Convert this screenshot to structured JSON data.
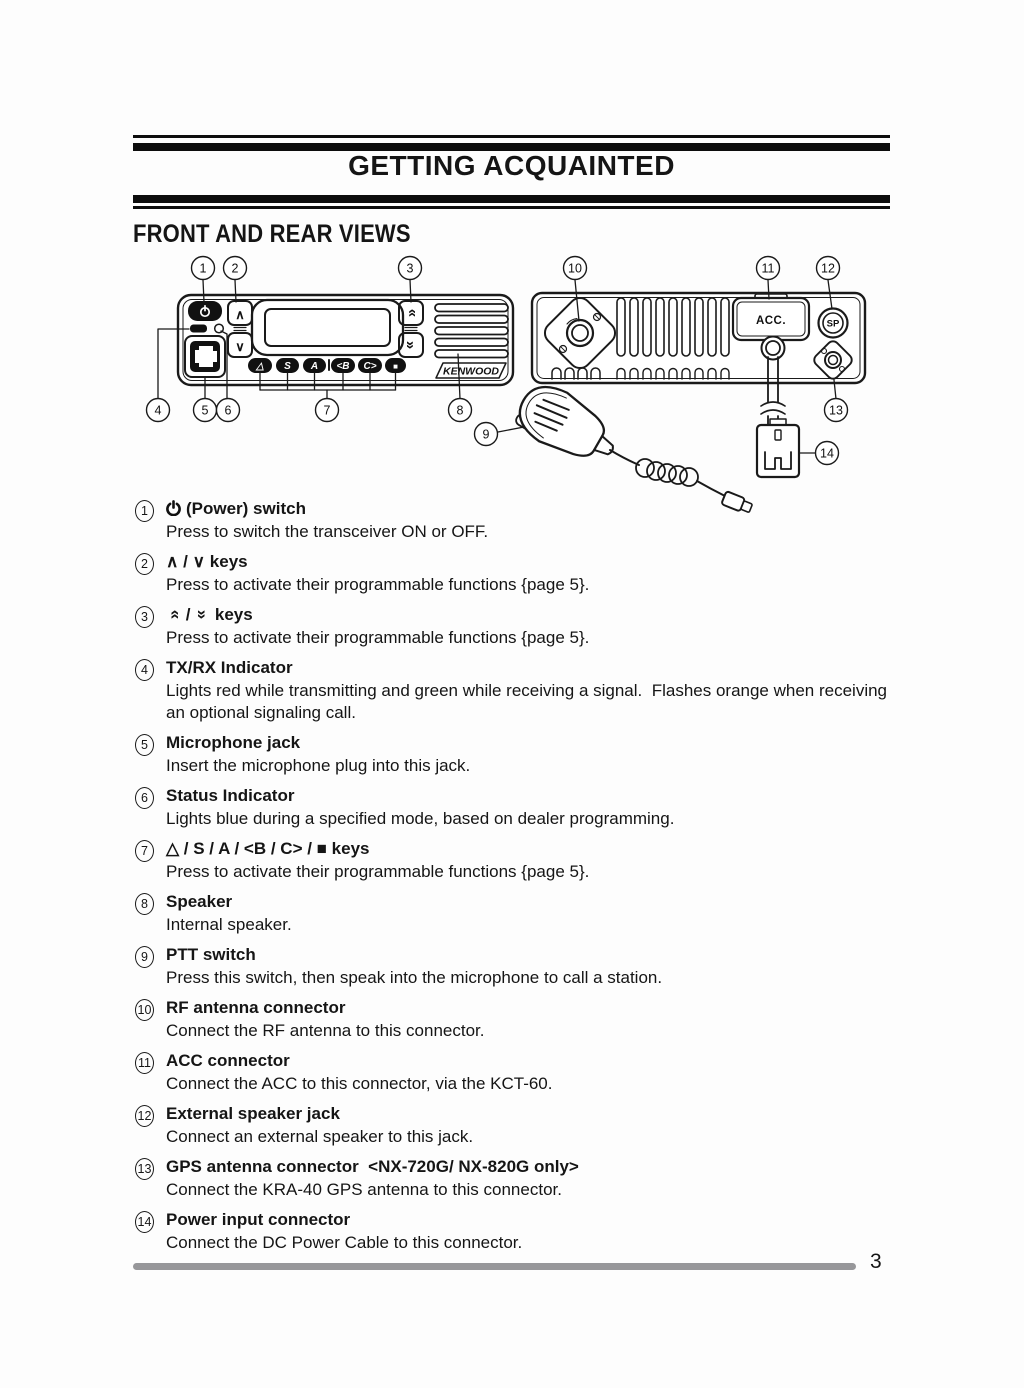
{
  "header": {
    "title": "GETTING ACQUAINTED",
    "section": "FRONT AND REAR VIEWS"
  },
  "page": {
    "number": "3"
  },
  "diagram": {
    "callouts": [
      "1",
      "2",
      "3",
      "4",
      "5",
      "6",
      "7",
      "8",
      "9",
      "10",
      "11",
      "12",
      "13",
      "14"
    ],
    "front_keys": [
      "△",
      "S",
      "A",
      "<B",
      "C>",
      "■"
    ],
    "chevron_up": "∧",
    "chevron_down": "∨",
    "chevron_double": "»",
    "acc_label": "ACC.",
    "sp_label": "SP",
    "brand": "KENWOOD"
  },
  "items": [
    {
      "num": "1",
      "icon": "power-icon",
      "title": "(Power) switch",
      "desc": "Press to switch the transceiver ON or OFF."
    },
    {
      "num": "2",
      "title": "∧ / ∨ keys",
      "desc": "Press to activate their programmable functions {page 5}."
    },
    {
      "num": "3",
      "sym": "»",
      "sep": " / ",
      "suffix": " keys",
      "desc": "Press to activate their programmable functions {page 5}."
    },
    {
      "num": "4",
      "title": "TX/RX Indicator",
      "desc": "Lights red while transmitting and green while receiving a signal.  Flashes orange when receiving an optional signaling call."
    },
    {
      "num": "5",
      "title": "Microphone jack",
      "desc": "Insert the microphone plug into this jack."
    },
    {
      "num": "6",
      "title": "Status Indicator",
      "desc": "Lights blue during a specified mode, based on dealer programming."
    },
    {
      "num": "7",
      "title": "△ / S / A / <B / C> / ■ keys",
      "desc": "Press to activate their programmable functions {page 5}."
    },
    {
      "num": "8",
      "title": "Speaker",
      "desc": "Internal speaker."
    },
    {
      "num": "9",
      "title": "PTT switch",
      "desc": "Press this switch, then speak into the microphone to call a station."
    },
    {
      "num": "10",
      "title": "RF antenna connector",
      "desc": "Connect the RF antenna to this connector."
    },
    {
      "num": "11",
      "title": "ACC connector",
      "desc": "Connect the ACC to this connector, via the KCT-60."
    },
    {
      "num": "12",
      "title": "External speaker jack",
      "desc": "Connect an external speaker to this jack."
    },
    {
      "num": "13",
      "title": "GPS antenna connector  <NX-720G/ NX-820G only>",
      "desc": "Connect the KRA-40 GPS antenna to this connector."
    },
    {
      "num": "14",
      "title": "Power input connector",
      "desc": "Connect the DC Power Cable to this connector."
    }
  ]
}
